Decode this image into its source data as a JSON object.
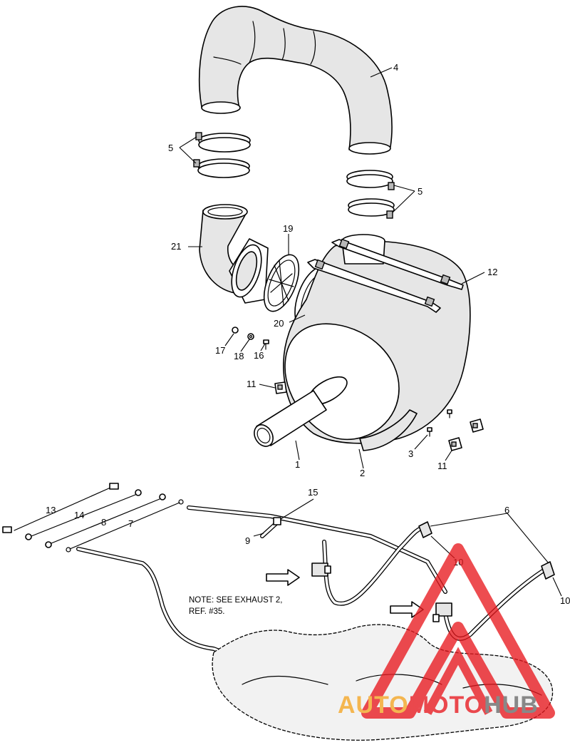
{
  "callouts": [
    {
      "id": "c4",
      "text": "4"
    },
    {
      "id": "c5a",
      "text": "5"
    },
    {
      "id": "c5b",
      "text": "5"
    },
    {
      "id": "c21",
      "text": "21"
    },
    {
      "id": "c19",
      "text": "19"
    },
    {
      "id": "c12",
      "text": "12"
    },
    {
      "id": "c20",
      "text": "20"
    },
    {
      "id": "c17",
      "text": "17"
    },
    {
      "id": "c18",
      "text": "18"
    },
    {
      "id": "c16",
      "text": "16"
    },
    {
      "id": "c11a",
      "text": "11"
    },
    {
      "id": "c1",
      "text": "1"
    },
    {
      "id": "c2",
      "text": "2"
    },
    {
      "id": "c3",
      "text": "3"
    },
    {
      "id": "c11b",
      "text": "11"
    },
    {
      "id": "c13",
      "text": "13"
    },
    {
      "id": "c14",
      "text": "14"
    },
    {
      "id": "c8",
      "text": "8"
    },
    {
      "id": "c7",
      "text": "7"
    },
    {
      "id": "c15",
      "text": "15"
    },
    {
      "id": "c9",
      "text": "9"
    },
    {
      "id": "c6",
      "text": "6"
    },
    {
      "id": "c10a",
      "text": "10"
    },
    {
      "id": "c10b",
      "text": "10"
    }
  ],
  "note": {
    "line1": "NOTE: SEE EXHAUST 2,",
    "line2": "REF. #35."
  },
  "watermark": {
    "text_a": "AUTO",
    "text_b": "MOTO",
    "text_c": "HUB",
    "color_a": "#f5a623",
    "color_b": "#e8191f",
    "color_c": "#6b6b6b"
  }
}
